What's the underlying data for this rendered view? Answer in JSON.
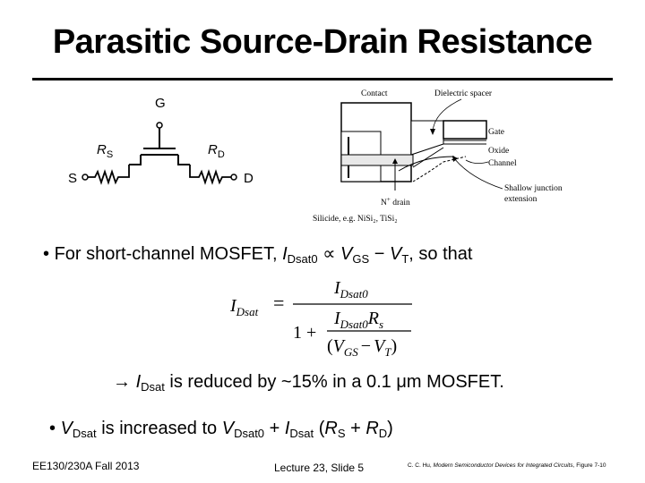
{
  "slide": {
    "title": "Parasitic Source-Drain Resistance"
  },
  "circuit": {
    "gate_label": "G",
    "source_label": "S",
    "drain_label": "D",
    "rs_main": "R",
    "rs_sub": "S",
    "rd_main": "R",
    "rd_sub": "D"
  },
  "cross_section": {
    "contact": "Contact",
    "dielectric_spacer": "Dielectric spacer",
    "gate": "Gate",
    "oxide": "Oxide",
    "channel": "Channel",
    "shallow_junction_1": "Shallow junction",
    "shallow_junction_2": "extension",
    "n_drain_pre": "N",
    "n_drain_sup": "+",
    "n_drain_post": " drain",
    "silicide": "Silicide, e.g. NiSi₂, TiSi₂"
  },
  "bullet1": {
    "text": "For short-channel MOSFET,",
    "i": "I",
    "i_sub": "Dsat0",
    "prop": "∝",
    "v": "V",
    "v_sub": "GS",
    "minus": "−",
    "vt": "V",
    "vt_sub": "T",
    "tail": ", so that"
  },
  "equation": {
    "lhs_i": "I",
    "lhs_sub": "Dsat",
    "eq": "=",
    "num_i": "I",
    "num_sub": "Dsat0",
    "one_plus": "1 +",
    "in_i": "I",
    "in_sub": "Dsat0",
    "in_r": "R",
    "in_r_sub": "s",
    "den_open": "(",
    "den_v": "V",
    "den_v_sub": "GS",
    "den_minus": "−",
    "den_vt": "V",
    "den_vt_sub": "T",
    "den_close": ")"
  },
  "result": {
    "arrow": "→",
    "i": "I",
    "i_sub": "Dsat",
    "text": "is reduced by ~15% in a 0.1 μm MOSFET."
  },
  "bullet2": {
    "v": "V",
    "v_sub": "Dsat",
    "text1": "is increased to",
    "v0": "V",
    "v0_sub": "Dsat0",
    "plus": "+",
    "i": "I",
    "i_sub": "Dsat",
    "open": "(",
    "rs": "R",
    "rs_sub": "S",
    "plus2": "+",
    "rd": "R",
    "rd_sub": "D",
    "close": ")"
  },
  "footer": {
    "course": "EE130/230A Fall 2013",
    "lecture": "Lecture 23, Slide 5",
    "cite_author": "C. C. Hu,",
    "cite_book": "Modern Semiconductor Devices for Integrated Circuits,",
    "cite_fig": "Figure 7-10"
  }
}
